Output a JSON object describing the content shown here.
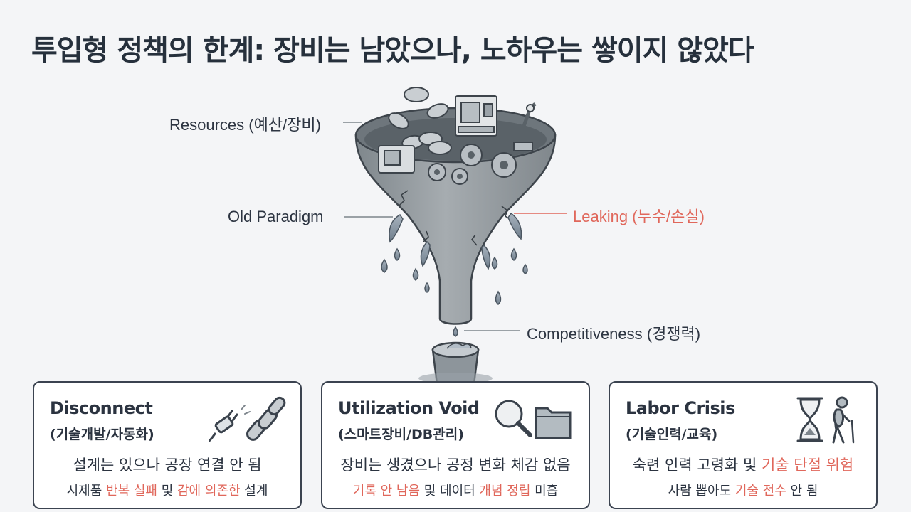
{
  "title": "투입형 정책의 한계: 장비는 남았으나, 노하우는 쌓이지 않았다",
  "labels": {
    "resources": "Resources (예산/장비)",
    "old_paradigm": "Old Paradigm",
    "leaking": "Leaking (누수/손실)",
    "competitiveness": "Competitiveness (경쟁력)"
  },
  "colors": {
    "accent_red": "#e0675b",
    "funnel_gray": "#9aa1a6",
    "border_dark": "#3b4350"
  },
  "cards": [
    {
      "title": "Disconnect",
      "subtitle": "(기술개발/자동화)",
      "icon": "plug-broken-chain-icon",
      "line1": "설계는 있으나 공장 연결 안 됨",
      "line2": [
        {
          "text": "시제품 ",
          "hl": false
        },
        {
          "text": "반복 실패",
          "hl": true
        },
        {
          "text": " 및 ",
          "hl": false
        },
        {
          "text": "감에 의존한",
          "hl": true
        },
        {
          "text": " 설계",
          "hl": false
        }
      ]
    },
    {
      "title": "Utilization Void",
      "subtitle": "(스마트장비/DB관리)",
      "icon": "magnifier-folder-icon",
      "line1": "장비는 생겼으나 공정 변화 체감 없음",
      "line2": [
        {
          "text": "기록 안 남음",
          "hl": true
        },
        {
          "text": " 및 데이터 ",
          "hl": false
        },
        {
          "text": "개념 정립",
          "hl": true
        },
        {
          "text": " 미흡",
          "hl": false
        }
      ]
    },
    {
      "title": "Labor Crisis",
      "subtitle": "(기술인력/교육)",
      "icon": "hourglass-elder-icon",
      "line1": [
        {
          "text": "숙련 인력 고령화 및 ",
          "hl": false
        },
        {
          "text": "기술 단절 위험",
          "hl": true
        }
      ],
      "line2": [
        {
          "text": "사람 뽑아도 ",
          "hl": false
        },
        {
          "text": "기술 전수",
          "hl": true
        },
        {
          "text": " 안 됨",
          "hl": false
        }
      ]
    }
  ]
}
